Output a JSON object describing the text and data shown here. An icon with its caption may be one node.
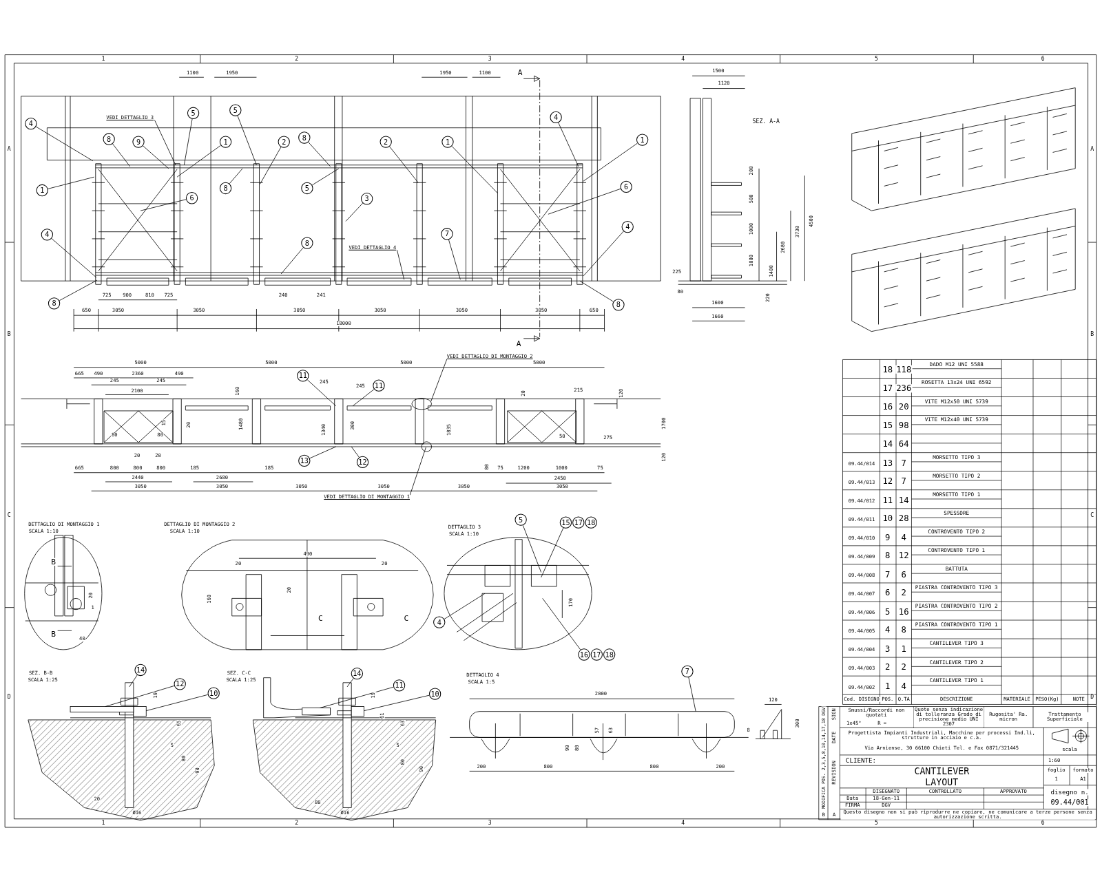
{
  "diagram": {
    "nodes": [
      {
        "text": [
          "4"
        ]
      },
      {
        "text": [
          "1"
        ]
      },
      {
        "text": [
          "4"
        ]
      },
      {
        "text": [
          "8"
        ]
      },
      {
        "text": [
          "8"
        ]
      },
      {
        "text": [
          "9"
        ]
      },
      {
        "text": [
          "VEDI DETTAGLIO 3"
        ]
      },
      {
        "text": [
          "5"
        ]
      },
      {
        "text": [
          "1"
        ]
      },
      {
        "text": [
          "6"
        ]
      },
      {
        "text": [
          "5"
        ]
      },
      {
        "text": [
          "8"
        ]
      },
      {
        "text": [
          "2"
        ]
      },
      {
        "text": [
          "8"
        ]
      },
      {
        "text": [
          "5"
        ]
      },
      {
        "text": [
          "3"
        ]
      },
      {
        "text": [
          "8"
        ]
      },
      {
        "text": [
          "VEDI DETTAGLIO 4"
        ]
      },
      {
        "text": [
          "2"
        ]
      },
      {
        "text": [
          "1"
        ]
      },
      {
        "text": [
          "7"
        ]
      },
      {
        "text": [
          "4"
        ]
      },
      {
        "text": [
          "1"
        ]
      },
      {
        "text": [
          "6"
        ]
      },
      {
        "text": [
          "4"
        ]
      },
      {
        "text": [
          "8"
        ]
      },
      {
        "text": [
          "11"
        ]
      },
      {
        "text": [
          "11"
        ]
      },
      {
        "text": [
          "VEDI DETTAGLIO DI MONTAGGIO 2"
        ]
      },
      {
        "text": [
          "13"
        ]
      },
      {
        "text": [
          "12"
        ]
      },
      {
        "text": [
          "VEDI DETTAGLIO DI MONTAGGIO 1"
        ]
      },
      {
        "text": [
          "5"
        ]
      },
      {
        "text": [
          "15"
        ]
      },
      {
        "text": [
          "17"
        ]
      },
      {
        "text": [
          "18"
        ]
      },
      {
        "text": [
          "4"
        ]
      },
      {
        "text": [
          "16"
        ]
      },
      {
        "text": [
          "17"
        ]
      },
      {
        "text": [
          "18"
        ]
      },
      {
        "text": [
          "14"
        ]
      },
      {
        "text": [
          "12"
        ]
      },
      {
        "text": [
          "10"
        ]
      },
      {
        "text": [
          "14"
        ]
      },
      {
        "text": [
          "11"
        ]
      },
      {
        "text": [
          "10"
        ]
      },
      {
        "text": [
          "7"
        ]
      },
      {
        "text": [],
        "shape": "box"
      },
      {
        "text": [],
        "shape": "box"
      },
      {
        "text": [],
        "shape": "box"
      },
      {
        "text": [],
        "shape": "box"
      },
      {
        "text": [],
        "shape": "box"
      }
    ],
    "edges": [
      {
        "from": 0,
        "to": null,
        "arrow": "none"
      },
      {
        "from": 1,
        "to": null,
        "arrow": "none"
      },
      {
        "from": 2,
        "to": null,
        "arrow": "none"
      },
      {
        "from": 3,
        "to": null,
        "arrow": "none"
      },
      {
        "from": 4,
        "to": null,
        "arrow": "none"
      },
      {
        "from": 5,
        "to": null,
        "arrow": "none"
      },
      {
        "from": 6,
        "to": null,
        "arrow": "none"
      },
      {
        "from": 7,
        "to": null,
        "arrow": "none"
      },
      {
        "from": 8,
        "to": null,
        "arrow": "none"
      },
      {
        "from": 9,
        "to": null,
        "arrow": "none"
      },
      {
        "from": 10,
        "to": null,
        "arrow": "none"
      },
      {
        "from": 11,
        "to": null,
        "arrow": "none"
      },
      {
        "from": 12,
        "to": null,
        "arrow": "none"
      },
      {
        "from": 13,
        "to": null,
        "arrow": "none"
      },
      {
        "from": 14,
        "to": null,
        "arrow": "none"
      },
      {
        "from": 15,
        "to": null,
        "arrow": "none"
      },
      {
        "from": 16,
        "to": null,
        "arrow": "none"
      },
      {
        "from": 17,
        "to": null,
        "arrow": "none"
      },
      {
        "from": 18,
        "to": null,
        "arrow": "none"
      },
      {
        "from": 19,
        "to": null,
        "arrow": "none"
      },
      {
        "from": 20,
        "to": null,
        "arrow": "none"
      },
      {
        "from": 21,
        "to": null,
        "arrow": "none"
      },
      {
        "from": 22,
        "to": null,
        "arrow": "none"
      },
      {
        "from": 23,
        "to": null,
        "arrow": "none"
      },
      {
        "from": 24,
        "to": null,
        "arrow": "none"
      },
      {
        "from": 25,
        "to": null,
        "arrow": "none"
      },
      {
        "from": 26,
        "to": null,
        "arrow": "none"
      },
      {
        "from": 27,
        "to": null,
        "arrow": "none"
      },
      {
        "from": 28,
        "to": null,
        "arrow": "none"
      },
      {
        "from": 29,
        "to": null,
        "arrow": "none"
      },
      {
        "from": 30,
        "to": null,
        "arrow": "none"
      },
      {
        "from": 31,
        "to": null,
        "arrow": "none"
      },
      {
        "from": 32,
        "to": null,
        "arrow": "none"
      },
      {
        "from": 33,
        "to": null,
        "arrow": "none"
      },
      {
        "from": 36,
        "to": null,
        "arrow": "none"
      },
      {
        "from": 37,
        "to": null,
        "arrow": "none"
      },
      {
        "from": 40,
        "to": null,
        "arrow": "none"
      },
      {
        "from": 41,
        "to": 50,
        "arrow": "none"
      },
      {
        "from": 42,
        "to": 47,
        "arrow": "none"
      },
      {
        "from": 43,
        "to": null,
        "arrow": "none"
      },
      {
        "from": 44,
        "to": 51,
        "arrow": "none"
      },
      {
        "from": 45,
        "to": 48,
        "arrow": "none"
      },
      {
        "from": 46,
        "to": 49,
        "arrow": "none"
      }
    ],
    "labels": [
      "1",
      "2",
      "3",
      "4",
      "5",
      "6",
      "A",
      "B",
      "C",
      "D",
      "1",
      "2",
      "3",
      "4",
      "5",
      "6",
      "A",
      "B",
      "C",
      "D",
      "1100",
      "1950",
      "1950",
      "1100",
      "A",
      "A",
      "725",
      "900",
      "810",
      "725",
      "240",
      "241",
      "650",
      "3050",
      "3050",
      "3050",
      "3050",
      "3050",
      "3050",
      "650",
      "18000",
      "1500",
      "1120",
      "SEZ. A-A",
      "200",
      "500",
      "1000",
      "1000",
      "1400",
      "2680",
      "3730",
      "4500",
      "225",
      "80",
      "1600",
      "1660",
      "220",
      "5000",
      "5000",
      "5000",
      "5000",
      "665",
      "490",
      "2360",
      "490",
      "245",
      "245",
      "245",
      "245",
      "2100",
      "160",
      "215",
      "120",
      "20",
      "1480",
      "1340",
      "300",
      "1835",
      "20",
      "80",
      "80",
      "15",
      "275",
      "1700",
      "120",
      "20",
      "20",
      "665",
      "800",
      "800",
      "800",
      "2440",
      "185",
      "2680",
      "185",
      "80",
      "75",
      "1200",
      "1000",
      "75",
      "2450",
      "50",
      "3050",
      "3050",
      "3050",
      "3050",
      "3050",
      "3050",
      "DETTAGLIO DI MONTAGGIO 1",
      "SCALA 1:10",
      "B",
      "B",
      "20",
      "1",
      "40",
      "DETTAGLIO DI MONTAGGIO 2",
      "SCALA 1:10",
      "490",
      "20",
      "20",
      "20",
      "160",
      "C",
      "C",
      "DETTAGLIO 3",
      "SCALA 1:10",
      "170",
      "SEZ. B-B",
      "SCALA 1:25",
      "19",
      "65",
      "5",
      "80",
      "90",
      "20",
      "Ø16",
      "SEZ. C-C",
      "SCALA 1:25",
      "19",
      "61",
      "63",
      "5",
      "80",
      "90",
      "80",
      "Ø16",
      "DETTAGLIO 4",
      "SCALA 1:5",
      "2000",
      "57",
      "63",
      "90",
      "80",
      "200",
      "800",
      "800",
      "200",
      "120",
      "300",
      "8",
      "18",
      "118",
      "DADO M12 UNI 5588",
      "17",
      "236",
      "ROSETTA 13x24 UNI 6592",
      "16",
      "20",
      "VITE M12x50 UNI 5739",
      "15",
      "98",
      "VITE M12x40 UNI 5739",
      "14",
      "64",
      "09.44/014",
      "13",
      "7",
      "MORSETTO TIPO 3",
      "09.44/013",
      "12",
      "7",
      "MORSETTO TIPO 2",
      "09.44/012",
      "11",
      "14",
      "MORSETTO TIPO 1",
      "09.44/011",
      "10",
      "28",
      "SPESSORE",
      "09.44/010",
      "9",
      "4",
      "CONTROVENTO TIPO 2",
      "09.44/009",
      "8",
      "12",
      "CONTROVENTO TIPO 1",
      "09.44/008",
      "7",
      "6",
      "BATTUTA",
      "09.44/007",
      "6",
      "2",
      "PIASTRA CONTROVENTO TIPO 3",
      "09.44/006",
      "5",
      "16",
      "PIASTRA CONTROVENTO TIPO 2",
      "09.44/005",
      "4",
      "8",
      "PIASTRA CONTROVENTO TIPO 1",
      "09.44/004",
      "3",
      "1",
      "CANTILEVER TIPO 3",
      "09.44/003",
      "2",
      "2",
      "CANTILEVER TIPO 2",
      "09.44/002",
      "1",
      "4",
      "CANTILEVER TIPO 1",
      "Cod. DISEGNO",
      "POS.",
      "Q.TA",
      "DESCRIZIONE",
      "MATERIALE",
      "PESO(Kg)",
      "NOTE",
      "Smussi/Raccordi non quotati",
      "1x45°",
      "R =",
      "Quote senza indicazione di tolleranza Grado di precisione medio UNI 2307",
      "Rugosita' Ra. micron",
      "Trattamento Superficiale",
      "Progettista Impianti Industriali, Macchine per processi Ind.li, strutture in acciaio e c.a.",
      "Via Arniense, 30 66100 Chieti Tel. e Fax 0871/321445",
      "CLIENTE:",
      "CANTILEVER",
      "LAYOUT",
      "DISEGNATO",
      "CONTROLLATO",
      "APPROVATO",
      "Data",
      "18-Gen-11",
      "FIRMA",
      "DGV",
      "scala",
      "1:60",
      "foglio",
      "1",
      "formato",
      "A1",
      "disegno n.",
      "09.44/001",
      "Questo disegno non si può riprodurre ne copiare, ne comunicare a terze persone senza autorizzazione scritta.",
      "DGV",
      "SIGN",
      "DATE",
      "REVISION",
      "MODIFICA POS. 2,3,5,8,10,14,17,18",
      "B",
      "A"
    ]
  }
}
